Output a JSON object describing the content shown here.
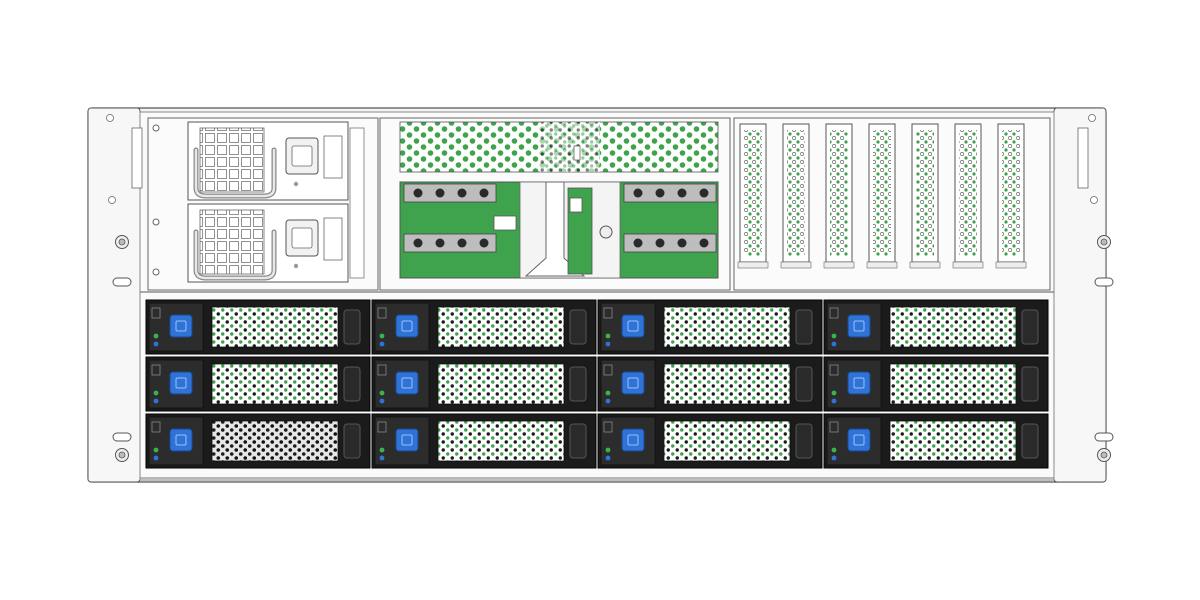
{
  "device": {
    "type": "rack-server-front-view",
    "colors": {
      "chassis": "#f4f4f4",
      "outline": "#555555",
      "green": "#3fa34d",
      "bay_dark": "#1b1b1b",
      "latch_blue": "#2f73d8",
      "led_green": "#38b54a",
      "led_blue": "#2f73d8"
    },
    "psu": {
      "count": 2,
      "icon": "power-supply-unit"
    },
    "fan_module": {
      "icon": "fan-grille"
    },
    "pcie_slots": {
      "count": 7,
      "icon": "pcie-slot-cover"
    },
    "drive_bays": {
      "rows": 3,
      "cols": 4,
      "icon": "hard-drive-carrier",
      "black_bay": [
        2,
        0
      ]
    }
  }
}
